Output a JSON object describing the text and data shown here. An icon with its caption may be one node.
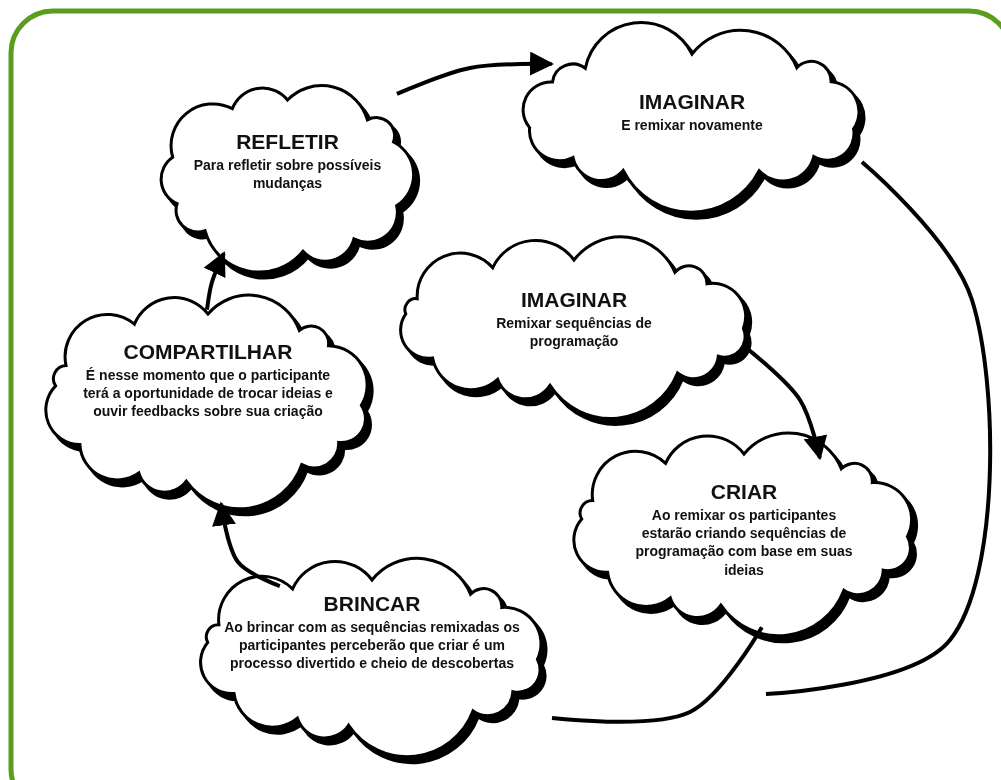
{
  "diagram": {
    "nodes": [
      {
        "text": [
          "IMAGINAR",
          "E remixar novamente"
        ]
      },
      {
        "text": [
          "REFLETIR",
          "Para refletir sobre possíveis mudanças"
        ]
      },
      {
        "text": [
          "IMAGINAR",
          "Remixar sequências de programação"
        ]
      },
      {
        "text": [
          "COMPARTILHAR",
          "É nesse momento que o participante terá a oportunidade de trocar ideias e ouvir feedbacks sobre sua criação"
        ]
      },
      {
        "text": [
          "CRIAR",
          "Ao remixar os participantes estarão criando sequências de programação com base em suas ideias"
        ]
      },
      {
        "text": [
          "BRINCAR",
          "Ao brincar com as sequências remixadas os participantes perceberão que criar é um processo divertido e cheio de descobertas"
        ]
      }
    ],
    "edges": [
      {
        "from": 1,
        "to": 0,
        "arrow": "to"
      },
      {
        "from": 0,
        "to": null,
        "arrow": "none"
      },
      {
        "from": 2,
        "to": 4,
        "arrow": "to"
      },
      {
        "from": 4,
        "to": 5,
        "arrow": "none"
      },
      {
        "from": 5,
        "to": 3,
        "arrow": "to"
      },
      {
        "from": 3,
        "to": 1,
        "arrow": "to"
      }
    ]
  }
}
